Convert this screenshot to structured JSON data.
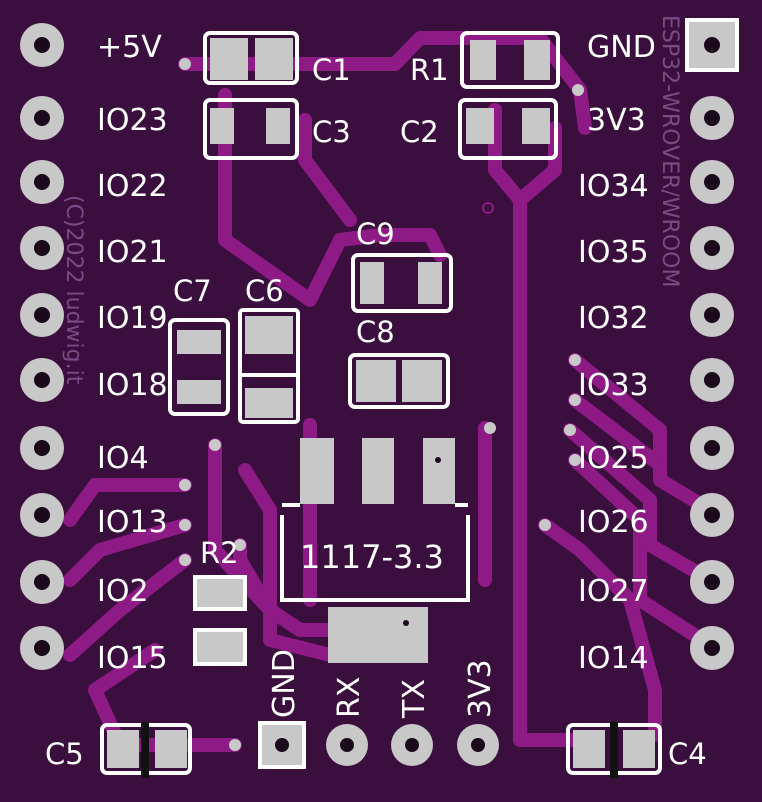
{
  "board": {
    "colors": {
      "substrate": "#3a0f3e",
      "trace": "#8e1a86",
      "pad": "#c8c8c8",
      "silk": "#ffffff"
    },
    "left_pins": [
      "+5V",
      "IO23",
      "IO22",
      "IO21",
      "IO19",
      "IO18",
      "IO4",
      "IO13",
      "IO2",
      "IO15"
    ],
    "right_pins": [
      "GND",
      "3V3",
      "IO34",
      "IO35",
      "IO32",
      "IO33",
      "IO25",
      "IO26",
      "IO27",
      "IO14"
    ],
    "bottom_pins": [
      "GND",
      "RX",
      "TX",
      "3V3"
    ],
    "components": {
      "c1": "C1",
      "c2": "C2",
      "c3": "C3",
      "c4": "C4",
      "c5": "C5",
      "c6": "C6",
      "c7": "C7",
      "c8": "C8",
      "c9": "C9",
      "r1": "R1",
      "r2": "R2"
    },
    "regulator": "1117-3.3",
    "vertical_text_right": "ESP32-WROVER/WROOM",
    "vertical_text_left": "(C)2022 ludwig.it"
  }
}
